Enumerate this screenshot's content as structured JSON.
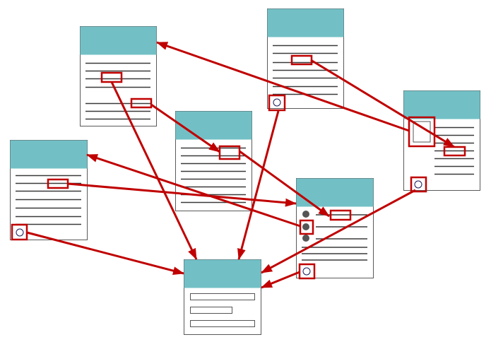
{
  "colors": {
    "header": "#72c0c6",
    "card_border": "#5a5a5a",
    "card_fill": "#ffffff",
    "text_line": "#3a3a3a",
    "link": "#c00000",
    "dot": "#555555",
    "bar_border": "#555555"
  },
  "diagram": {
    "nodes": [
      {
        "id": "page-a",
        "kind": "text-page"
      },
      {
        "id": "page-b",
        "kind": "text-page"
      },
      {
        "id": "page-c",
        "kind": "text-page"
      },
      {
        "id": "page-d",
        "kind": "text-page"
      },
      {
        "id": "page-e",
        "kind": "text-page"
      },
      {
        "id": "page-f",
        "kind": "bullet-page"
      },
      {
        "id": "page-g",
        "kind": "form-page"
      }
    ],
    "edges": [
      {
        "from": "page-a",
        "to": "page-g"
      },
      {
        "from": "page-a",
        "to": "page-c"
      },
      {
        "from": "page-b",
        "to": "page-e"
      },
      {
        "from": "page-b",
        "to": "page-g"
      },
      {
        "from": "page-c",
        "to": "page-f"
      },
      {
        "from": "page-d",
        "to": "page-f"
      },
      {
        "from": "page-d",
        "to": "page-g"
      },
      {
        "from": "page-e",
        "to": "page-a"
      },
      {
        "from": "page-e",
        "to": "page-g"
      },
      {
        "from": "page-f",
        "to": "page-d"
      },
      {
        "from": "page-f",
        "to": "page-g"
      }
    ]
  }
}
